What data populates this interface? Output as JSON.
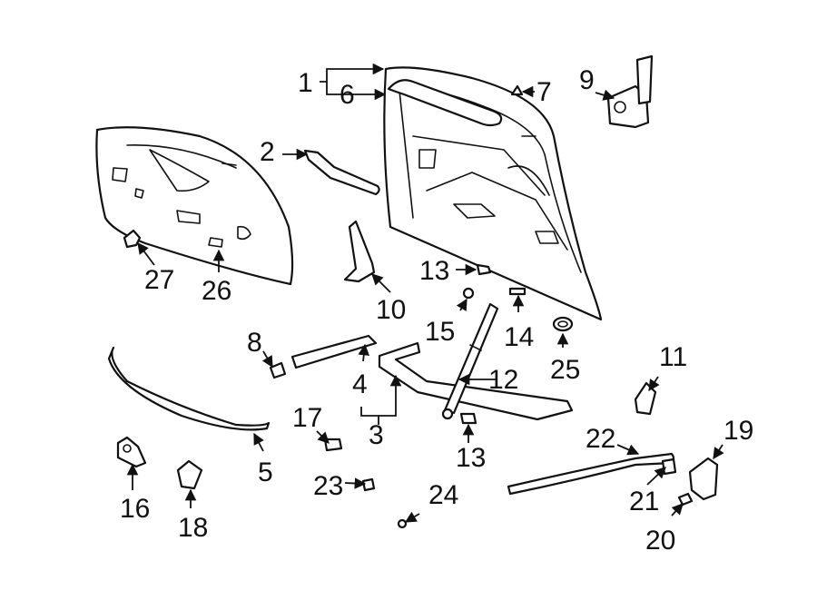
{
  "callouts": {
    "c1": "1",
    "c2": "2",
    "c3": "3",
    "c4": "4",
    "c5": "5",
    "c6": "6",
    "c7": "7",
    "c8": "8",
    "c9": "9",
    "c10": "10",
    "c11": "11",
    "c12": "12",
    "c13a": "13",
    "c13b": "13",
    "c14": "14",
    "c15": "15",
    "c16": "16",
    "c17": "17",
    "c18": "18",
    "c19": "19",
    "c20": "20",
    "c21": "21",
    "c22": "22",
    "c23": "23",
    "c24": "24",
    "c25": "25",
    "c26": "26",
    "c27": "27"
  }
}
